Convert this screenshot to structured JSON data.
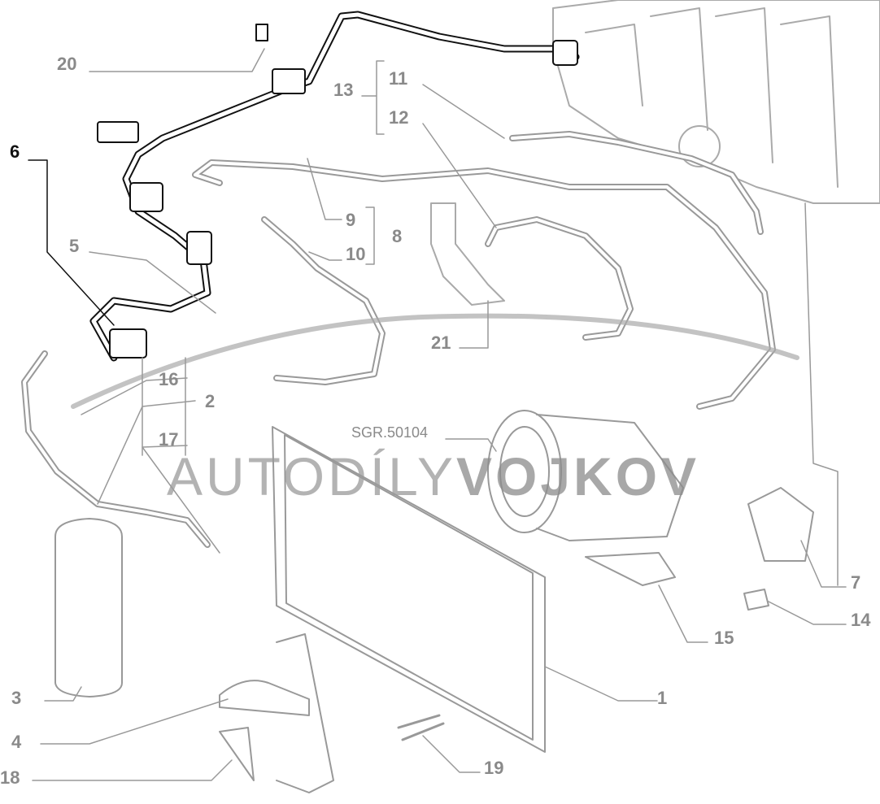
{
  "diagram": {
    "code": "SGR.50104",
    "watermark": {
      "light": "AUTODÍLY",
      "bold": "VOJKOV"
    },
    "callouts": [
      "1",
      "2",
      "3",
      "4",
      "5",
      "6",
      "7",
      "8",
      "9",
      "10",
      "11",
      "12",
      "13",
      "14",
      "15",
      "16",
      "17",
      "18",
      "19",
      "20",
      "21"
    ],
    "highlighted": "6"
  }
}
